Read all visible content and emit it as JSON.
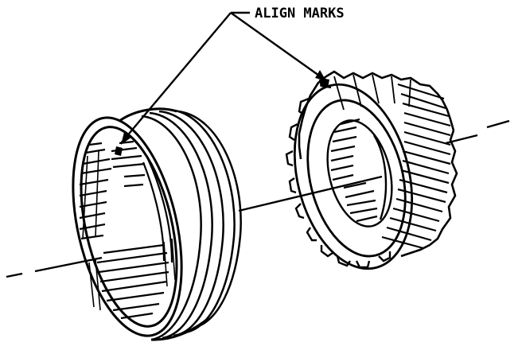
{
  "callout": {
    "label": "ALIGN MARKS"
  },
  "parts": [
    {
      "name": "synchronizer-sleeve"
    },
    {
      "name": "synchronizer-hub"
    }
  ],
  "colors": {
    "ink": "#000000",
    "paper": "#ffffff"
  }
}
